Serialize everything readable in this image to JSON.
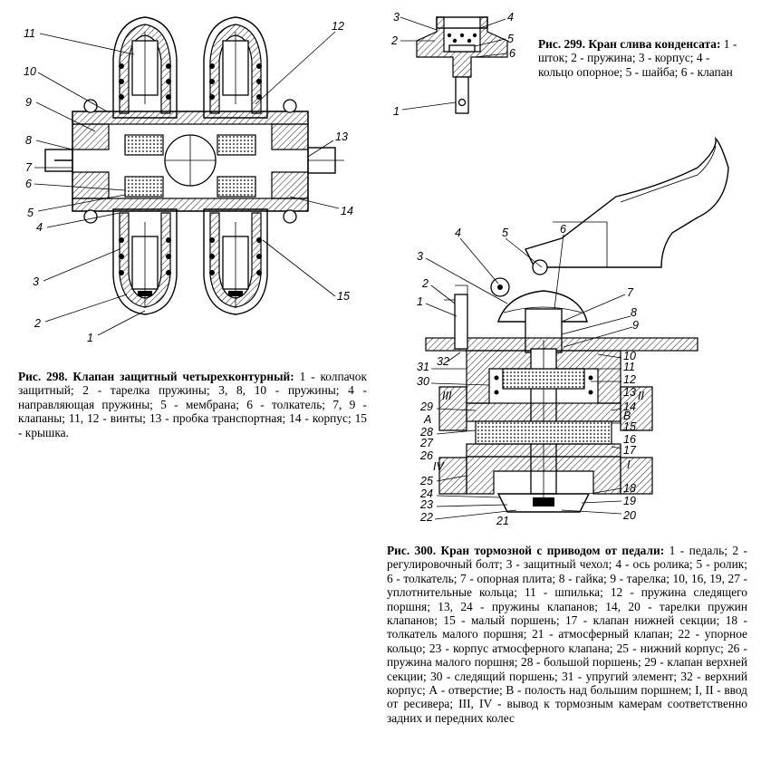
{
  "fig298": {
    "title": "Рис. 298. Клапан защитный четырехконтурный:",
    "text": " 1 - колпачок защитный; 2 - тарелка пружины; 3, 8, 10 - пружины; 4 - направляющая пружины; 5 - мембрана; 6 - толкатель; 7, 9 - клапаны; 11, 12 - винты; 13 - пробка транспортная; 14 - корпус; 15 - крышка.",
    "labels": [
      "1",
      "2",
      "3",
      "4",
      "5",
      "6",
      "7",
      "8",
      "9",
      "10",
      "11",
      "12",
      "13",
      "14",
      "15"
    ]
  },
  "fig299": {
    "title": "Рис. 299. Кран слива конденсата:",
    "text": " 1 - шток; 2 - пружина; 3 - корпус; 4 - кольцо опорное; 5 - шайба; 6 - клапан",
    "labels": [
      "1",
      "2",
      "3",
      "4",
      "5",
      "6"
    ]
  },
  "fig300": {
    "title": "Рис. 300. Кран тормозной с приводом от педали:",
    "text": " 1 - педаль; 2 - регулировочный болт; 3 - защитный чехол; 4 - ось ролика; 5 - ролик; 6 - толкатель; 7 - опорная плита; 8 - гайка; 9 - тарелка; 10, 16, 19, 27 - уплотнительные кольца; 11 - шпилька; 12 - пружина следящего поршня; 13, 24 - пружины клапанов; 14, 20 - тарелки пружин клапанов; 15 - малый поршень; 17 - клапан нижней секции; 18 - толкатель малого поршня; 21 - атмосферный клапан; 22 - упорное кольцо; 23 - корпус атмосферного клапана; 25 - нижний корпус; 26 - пружина малого поршня; 28 - большой поршень; 29 - клапан верхней секции; 30 - следящий поршень; 31 - упругий элемент; 32 - верхний корпус; А - отверстие; В - полость над большим поршнем; I, II - ввод от ресивера; III, IV - вывод к тормозным камерам соответственно задних и передних колес",
    "labels": [
      "1",
      "2",
      "3",
      "4",
      "5",
      "6",
      "7",
      "8",
      "9",
      "10",
      "11",
      "12",
      "13",
      "14",
      "15",
      "16",
      "17",
      "18",
      "19",
      "20",
      "21",
      "22",
      "23",
      "24",
      "25",
      "26",
      "27",
      "28",
      "29",
      "30",
      "31",
      "32",
      "А",
      "В",
      "I",
      "II",
      "III",
      "IV"
    ]
  }
}
